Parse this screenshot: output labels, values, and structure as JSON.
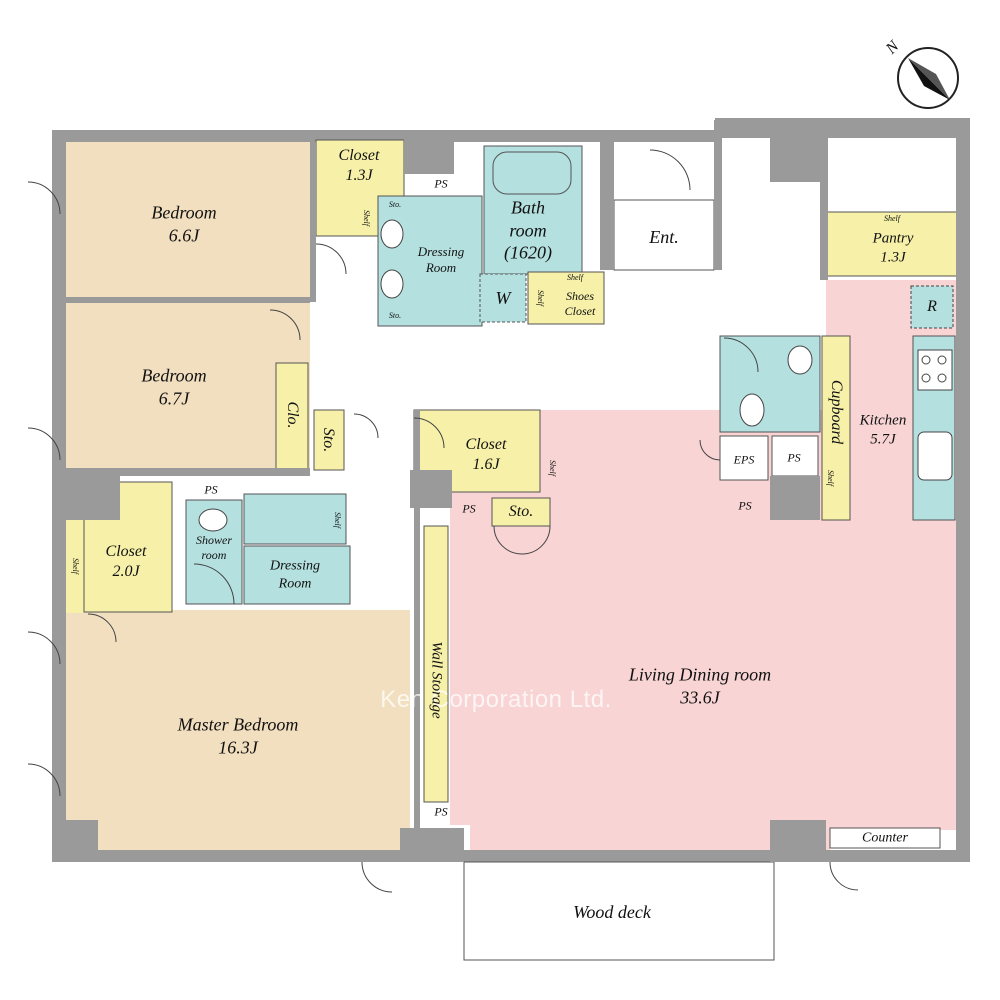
{
  "rooms": {
    "bedroom1": {
      "name": "Bedroom",
      "size": "6.6J"
    },
    "bedroom2": {
      "name": "Bedroom",
      "size": "6.7J"
    },
    "master_bedroom": {
      "name": "Master Bedroom",
      "size": "16.3J"
    },
    "living_dining": {
      "name": "Living Dining room",
      "size": "33.6J"
    },
    "kitchen": {
      "name": "Kitchen",
      "size": "5.7J"
    },
    "closet_top": {
      "name": "Closet",
      "size": "1.3J"
    },
    "closet_mid": {
      "name": "Closet",
      "size": "1.6J"
    },
    "closet_master": {
      "name": "Closet",
      "size": "2.0J"
    },
    "pantry": {
      "name": "Pantry",
      "size": "1.3J"
    },
    "bath": {
      "line1": "Bath",
      "line2": "room",
      "line3": "(1620)"
    },
    "dressing_top": {
      "line1": "Dressing",
      "line2": "Room"
    },
    "dressing_master": {
      "line1": "Dressing",
      "line2": "Room"
    },
    "shower": {
      "line1": "Shower",
      "line2": "room"
    },
    "shoes_closet": {
      "line1": "Shoes",
      "line2": "Closet"
    },
    "entrance": "Ent.",
    "wood_deck": "Wood deck",
    "counter": "Counter",
    "cupboard": "Cupboard",
    "wall_storage": "Wall Storage",
    "clo": "Clo.",
    "sto": "Sto.",
    "washer": "W",
    "fridge": "R",
    "eps": "EPS",
    "ps": "PS",
    "shelf": "Shelf"
  },
  "watermark": "Ken Corporation Ltd.",
  "compass": {
    "label": "N",
    "icon": "north-arrow-icon"
  },
  "colors": {
    "wall": "#9a9a9a",
    "bedroom": "#f1dfbf",
    "living": "#f8d4d4",
    "wet": "#b4e0df",
    "storage": "#f6f0a8",
    "hall": "#ffffff"
  }
}
